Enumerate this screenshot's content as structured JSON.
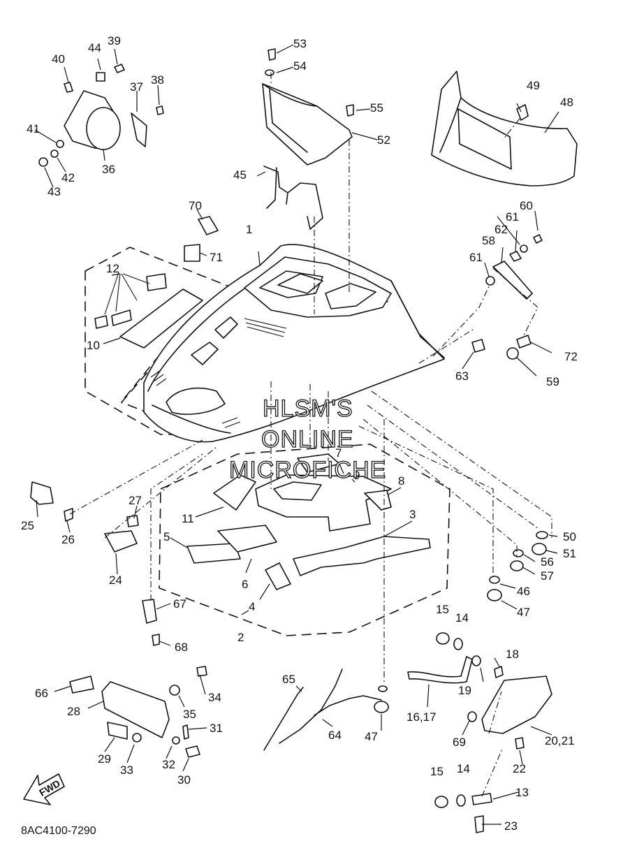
{
  "watermark": {
    "line1": "HLSM'S",
    "line2": "ONLINE",
    "line3": "MICROFICHE"
  },
  "diagram_code": "8AC4100-7290",
  "direction_arrow": "FWD",
  "callouts": [
    "1",
    "2",
    "3",
    "4",
    "5",
    "6",
    "7",
    "8",
    "9",
    "10",
    "11",
    "12",
    "13",
    "14",
    "14",
    "15",
    "15",
    "16,17",
    "18",
    "19",
    "20,21",
    "22",
    "23",
    "24",
    "25",
    "26",
    "27",
    "28",
    "29",
    "30",
    "31",
    "32",
    "33",
    "34",
    "35",
    "36",
    "37",
    "38",
    "39",
    "40",
    "41",
    "42",
    "43",
    "44",
    "45",
    "46",
    "47",
    "47",
    "48",
    "49",
    "50",
    "51",
    "52",
    "53",
    "54",
    "55",
    "56",
    "57",
    "58",
    "59",
    "60",
    "61",
    "61",
    "62",
    "63",
    "64",
    "65",
    "66",
    "67",
    "68",
    "69",
    "70",
    "71",
    "72"
  ]
}
